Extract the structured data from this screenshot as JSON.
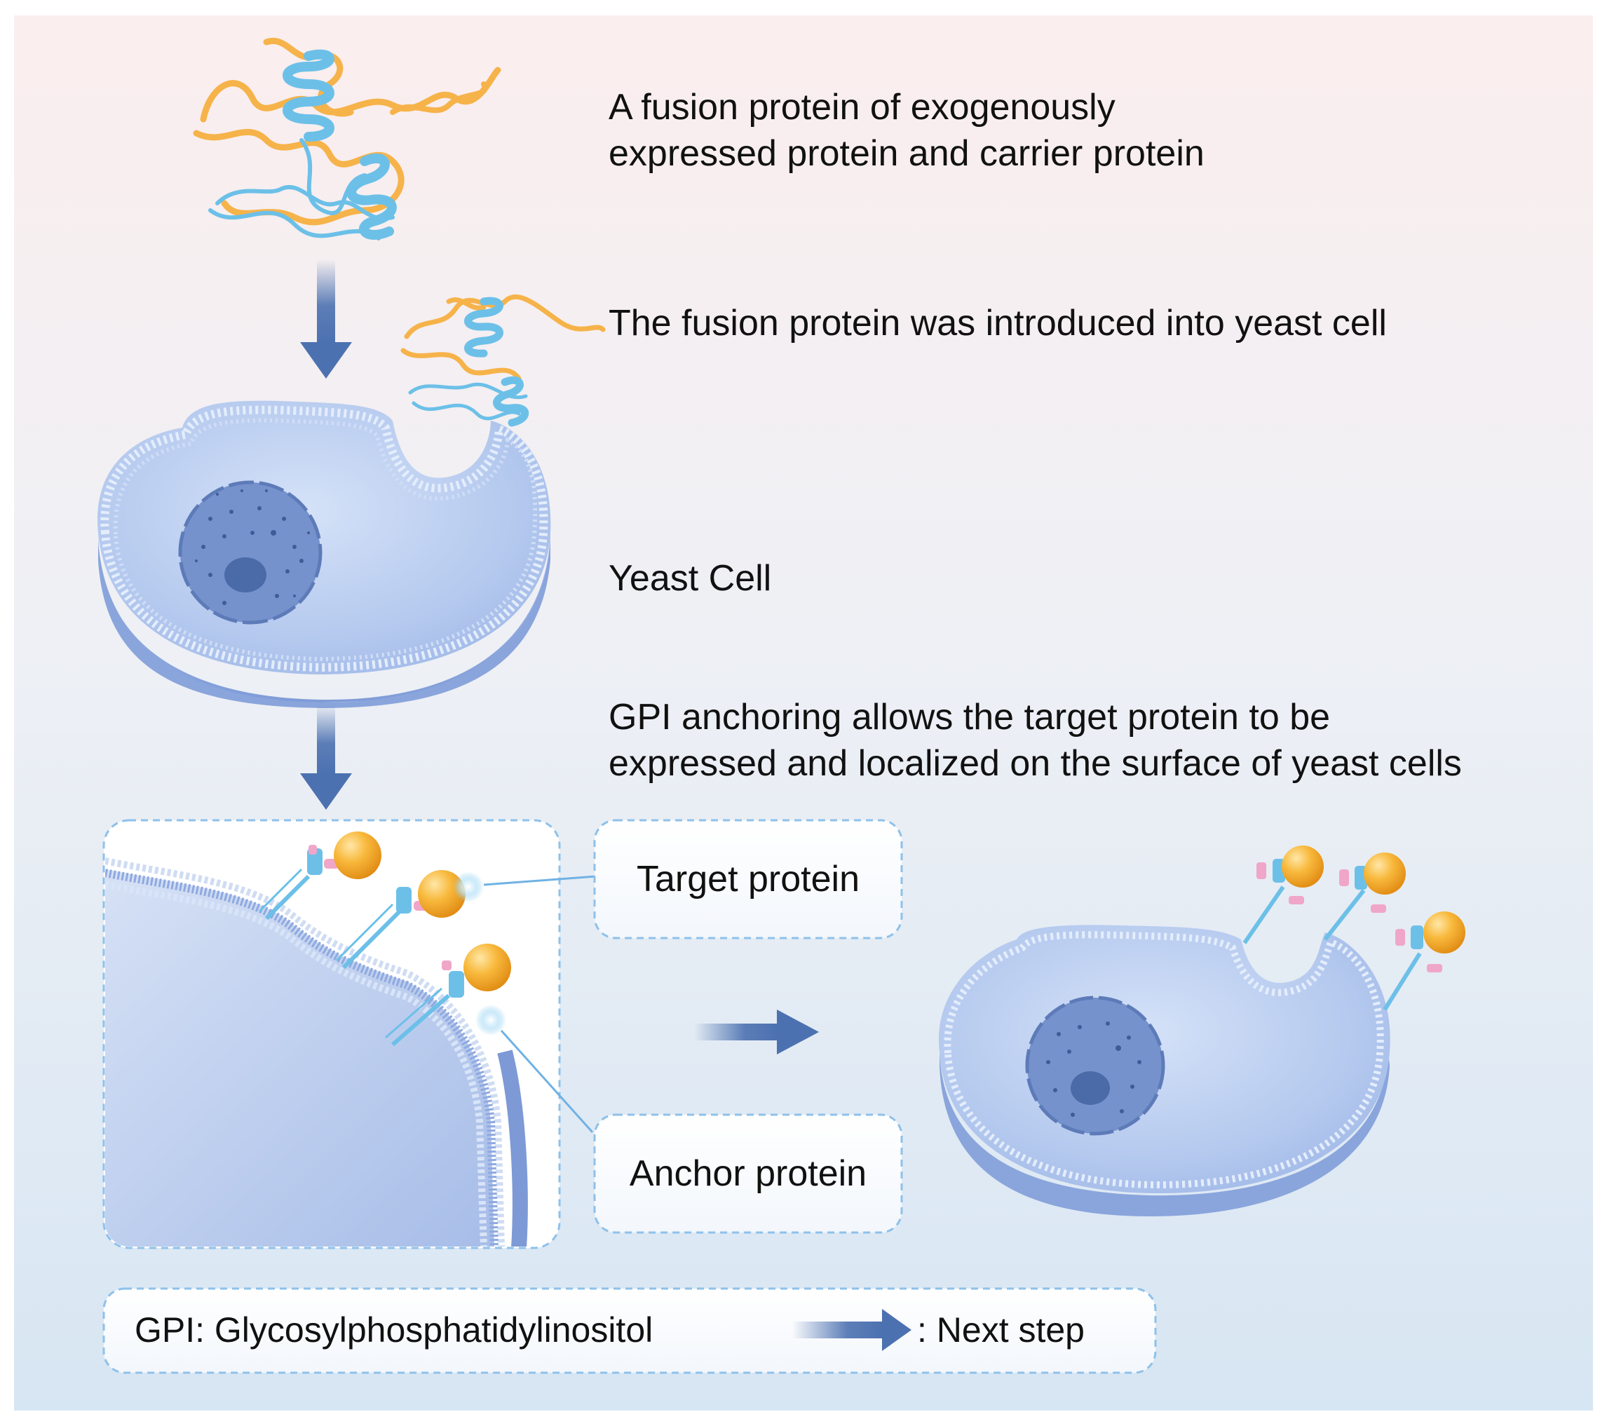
{
  "step1": {
    "line1": "A fusion protein of exogenously",
    "line2": "expressed protein and carrier protein"
  },
  "step2": "The fusion protein was introduced into yeast cell",
  "cell_label": "Yeast Cell",
  "step3": {
    "line1": "GPI anchoring allows the target protein to be",
    "line2": "expressed and localized on the surface of yeast cells"
  },
  "callouts": {
    "target": "Target protein",
    "anchor": "Anchor protein"
  },
  "legend": {
    "gpi": "GPI: Glycosylphosphatidylinositol",
    "next_step": ": Next step"
  },
  "colors": {
    "bg_top": "#fbeeee",
    "bg_bottom": "#d7e6f3",
    "cell_fill": "#b9cdef",
    "cell_edge": "#8fa9e0",
    "membrane": "#d9e6fb",
    "nucleus": "#6f8cc8",
    "nucleolus": "#4b6aa8",
    "arrow": "#4c71b0",
    "protein_orange": "#f6b34a",
    "protein_blue": "#6cc0e8",
    "anchor_pink": "#f0a6c8",
    "box_border": "#8ec1ea"
  }
}
